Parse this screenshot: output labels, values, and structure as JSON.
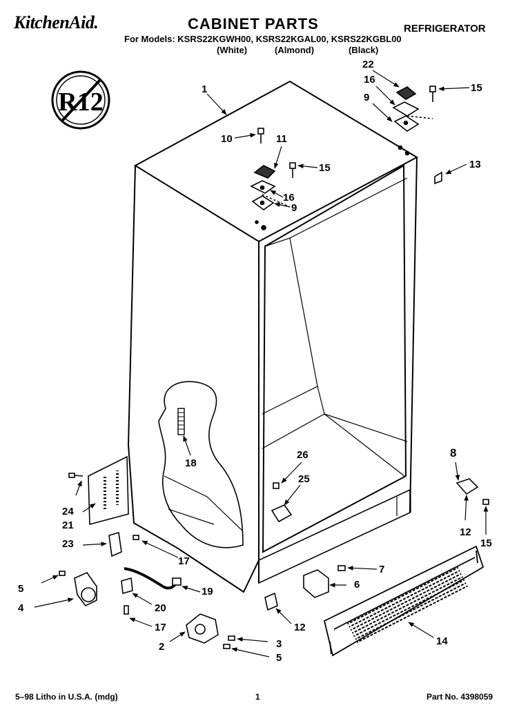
{
  "header": {
    "brand": "KitchenAid.",
    "title": "CABINET PARTS",
    "category": "REFRIGERATOR",
    "models_line": "For Models: KSRS22KGWH00, KSRS22KGAL00, KSRS22KGBL00",
    "finishes": [
      "(White)",
      "(Almond)",
      "(Black)"
    ]
  },
  "badge": {
    "text": "R12"
  },
  "callouts": {
    "c1": "1",
    "c2": "2",
    "c3": "3",
    "c4": "4",
    "c5a": "5",
    "c5b": "5",
    "c6": "6",
    "c7": "7",
    "c8": "8",
    "c9a": "9",
    "c9b": "9",
    "c10": "10",
    "c11": "11",
    "c12a": "12",
    "c12b": "12",
    "c13": "13",
    "c14": "14",
    "c15a": "15",
    "c15b": "15",
    "c15c": "15",
    "c16a": "16",
    "c16b": "16",
    "c17a": "17",
    "c17b": "17",
    "c18": "18",
    "c19": "19",
    "c20": "20",
    "c21": "21",
    "c22": "22",
    "c23": "23",
    "c24": "24",
    "c25": "25",
    "c26": "26"
  },
  "footer": {
    "left": "5–98 Litho in U.S.A. (mdg)",
    "page": "1",
    "part_no": "Part No. 4398059"
  }
}
